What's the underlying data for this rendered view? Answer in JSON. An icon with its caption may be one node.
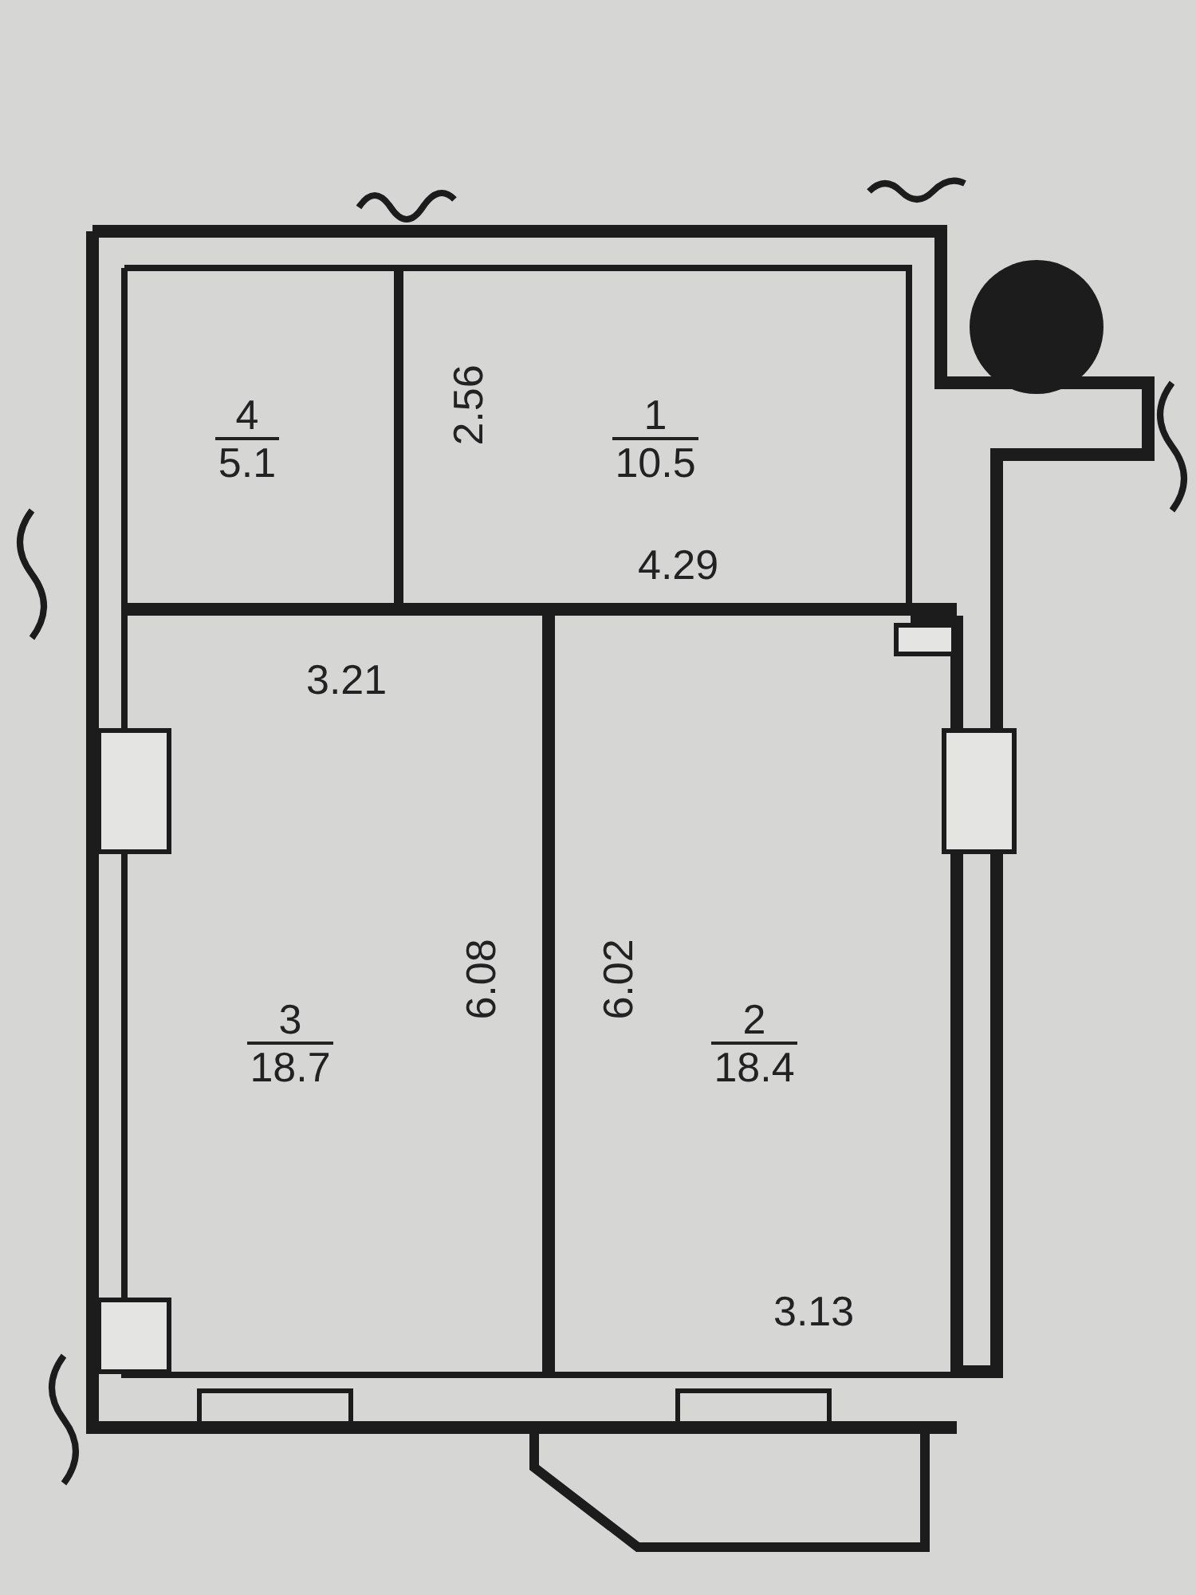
{
  "diagram": {
    "nodes": [
      {
        "text": [
          "4",
          "5.1"
        ]
      },
      {
        "text": [
          "1",
          "10.5"
        ]
      },
      {
        "text": [
          "3",
          "18.7"
        ]
      },
      {
        "text": [
          "2",
          "18.4"
        ]
      }
    ],
    "labels": [
      "2.56",
      "4.29",
      "3.21",
      "6.08",
      "6.02",
      "3.13"
    ]
  }
}
